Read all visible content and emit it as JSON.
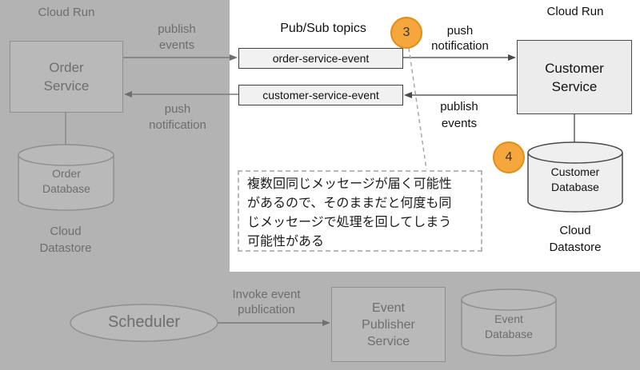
{
  "left": {
    "platform": "Cloud Run",
    "service": "Order Service",
    "database": "Order Database",
    "datastore": "Cloud Datastore",
    "publish_label": "publish events",
    "push_label": "push notification"
  },
  "center": {
    "title": "Pub/Sub topics",
    "topic_order": "order-service-event",
    "topic_customer": "customer-service-event",
    "badge": "3",
    "note_line1": "複数回同じメッセージが届く可能性",
    "note_line2": "があるので、そのままだと何度も同",
    "note_line3": "じメッセージで処理を回してしまう",
    "note_line4": "可能性がある"
  },
  "right": {
    "platform": "Cloud Run",
    "service": "Customer Service",
    "database": "Customer Database",
    "datastore": "Cloud Datastore",
    "push_label": "push notification",
    "publish_label": "publish events",
    "badge": "4"
  },
  "bottom": {
    "scheduler": "Scheduler",
    "invoke_label": "Invoke event publication",
    "service": "Event Publisher Service",
    "database": "Event Database"
  },
  "colors": {
    "overlay": "#b3b3b3",
    "spotlight": "#ffffff",
    "badge_fill": "#f5a63c",
    "badge_border": "#e08e16",
    "muted_text": "#6e6e6e",
    "dark_text": "#111111"
  }
}
